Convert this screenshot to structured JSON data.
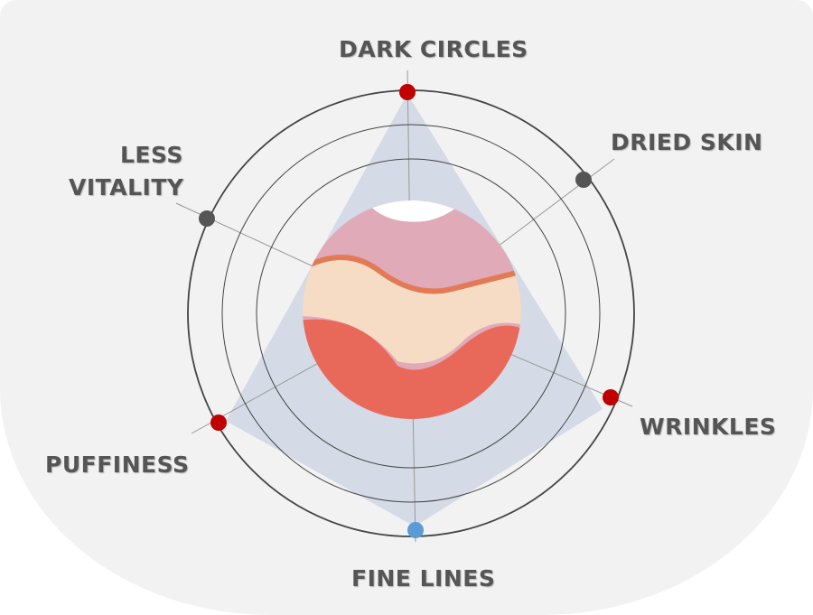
{
  "labels": {
    "dark_circles": "DARK CIRCLES",
    "dried_skin": "DRIED SKIN",
    "less_vitality_1": "LESS",
    "less_vitality_2": "VITALITY",
    "wrinkles": "WRINKLES",
    "puffiness": "PUFFINESS",
    "fine_lines": "FINE LINES"
  },
  "colors": {
    "background": "#f2f2f2",
    "polygon_fill": "#d4dbe6",
    "ring": "#444444",
    "highlight_dot": "#c00000",
    "neutral_dot": "#555555",
    "fine_lines_dot": "#5b9bd5"
  }
}
